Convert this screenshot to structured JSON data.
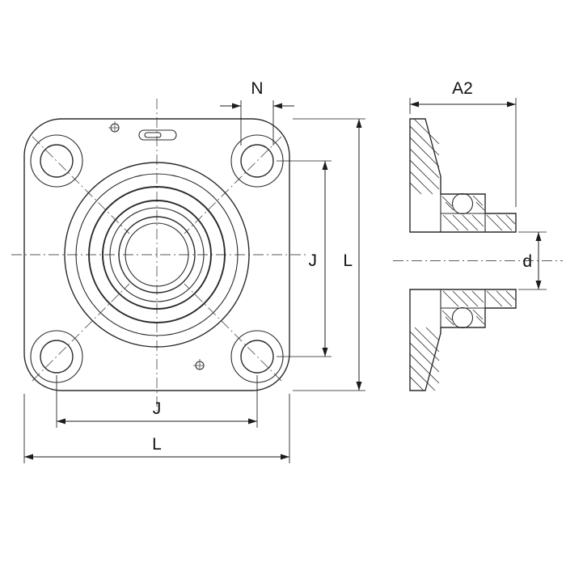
{
  "drawing": {
    "type": "four-bolt-flange-bearing-unit-technical-drawing",
    "views": {
      "front": "front-view-square-flange",
      "side": "side-view-cross-section"
    },
    "dimensions": {
      "n": "N",
      "a2": "A2",
      "j_vertical": "J",
      "l_vertical": "L",
      "d": "d",
      "j_horizontal": "J",
      "l_horizontal": "L"
    },
    "colors": {
      "line": "#2b2b2b",
      "dimension": "#1c1c1c",
      "centerline": "#5a5a5a",
      "background": "#ffffff"
    }
  }
}
